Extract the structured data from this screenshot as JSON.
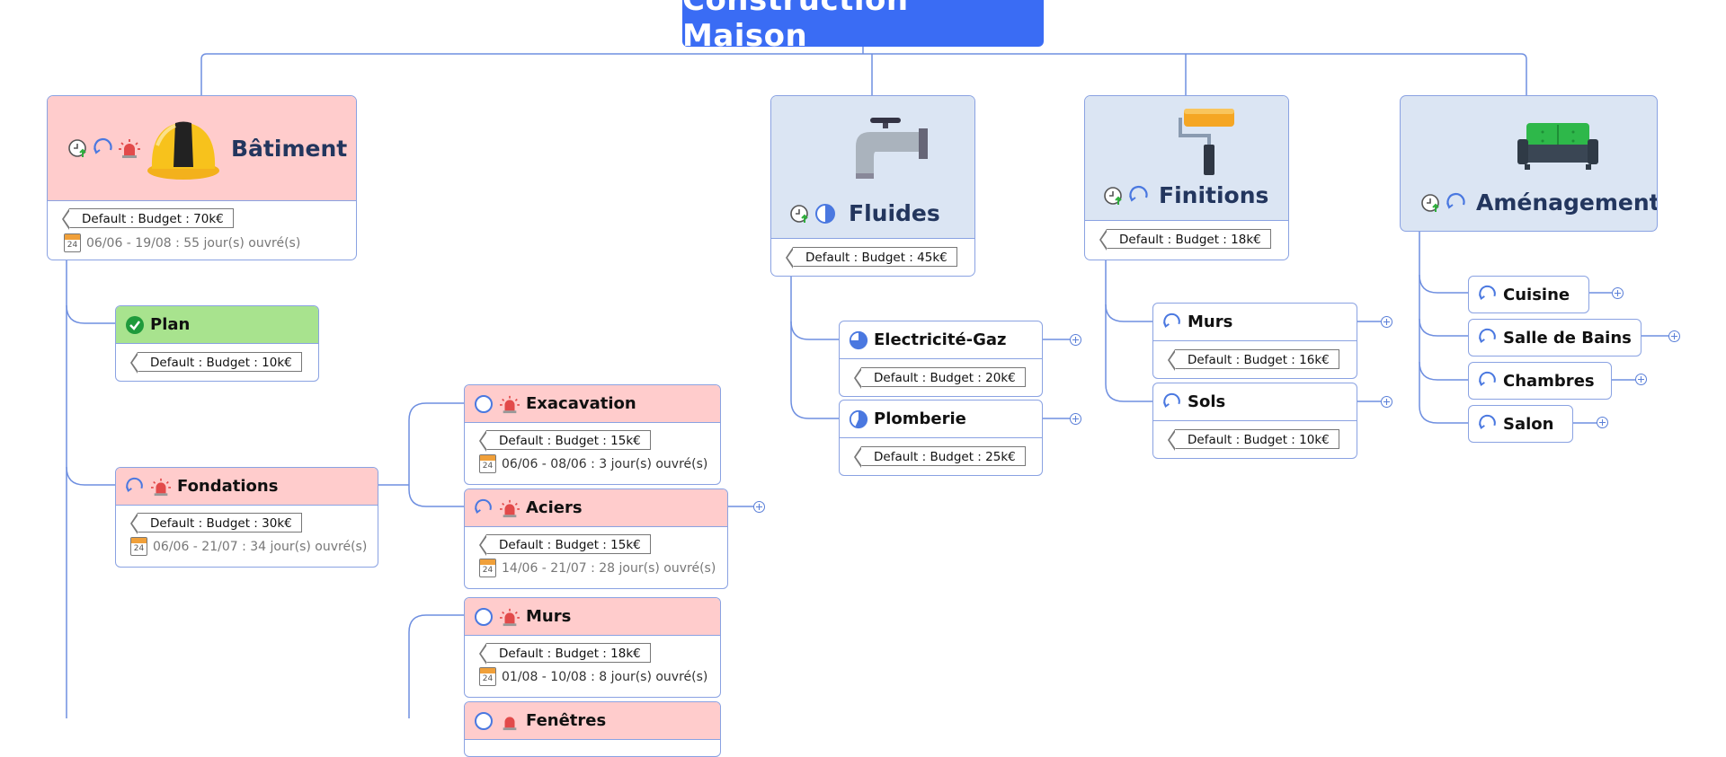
{
  "root": {
    "title": "Construction Maison"
  },
  "batiment": {
    "title": "Bâtiment",
    "budget": "Default : Budget : 70k€",
    "date": "06/06 - 19/08 : 55 jour(s) ouvré(s)",
    "plan": {
      "title": "Plan",
      "budget": "Default : Budget : 10k€"
    },
    "fondations": {
      "title": "Fondations",
      "budget": "Default : Budget : 30k€",
      "date": "06/06 - 21/07 : 34 jour(s) ouvré(s)",
      "exacavation": {
        "title": "Exacavation",
        "budget": "Default : Budget : 15k€",
        "date": "06/06 - 08/06 : 3 jour(s) ouvré(s)"
      },
      "aciers": {
        "title": "Aciers",
        "budget": "Default : Budget : 15k€",
        "date": "14/06 - 21/07 : 28 jour(s) ouvré(s)"
      }
    },
    "murs": {
      "title": "Murs",
      "budget": "Default : Budget : 18k€",
      "date": "01/08 - 10/08 : 8 jour(s) ouvré(s)"
    },
    "fenetres": {
      "title": "Fenêtres"
    }
  },
  "fluides": {
    "title": "Fluides",
    "budget": "Default : Budget : 45k€",
    "electricite": {
      "title": "Electricité-Gaz",
      "budget": "Default : Budget : 20k€"
    },
    "plomberie": {
      "title": "Plomberie",
      "budget": "Default : Budget : 25k€"
    }
  },
  "finitions": {
    "title": "Finitions",
    "budget": "Default : Budget : 18k€",
    "murs": {
      "title": "Murs",
      "budget": "Default : Budget : 16k€"
    },
    "sols": {
      "title": "Sols",
      "budget": "Default : Budget : 10k€"
    }
  },
  "amenagement": {
    "title": "Aménagement",
    "cuisine": "Cuisine",
    "sdb": "Salle de Bains",
    "chambres": "Chambres",
    "salon": "Salon"
  },
  "colors": {
    "root": "#3a6cf4",
    "pink": "#ffcccc",
    "blue": "#dbe5f3",
    "green": "#a8e38e",
    "line": "#6f8fe0"
  },
  "icons": [
    "clock-arrow-icon",
    "refresh-icon",
    "alarm-icon",
    "hardhat-icon",
    "faucet-icon",
    "paint-roller-icon",
    "sofa-icon",
    "check-icon",
    "pie-progress-icon",
    "empty-circle-icon",
    "calendar-icon",
    "plus-icon"
  ]
}
